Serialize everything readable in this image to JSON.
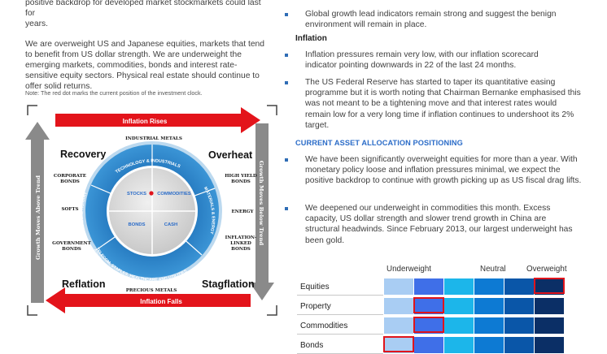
{
  "left": {
    "p0_line": "positive backdrop for developed market stockmarkets could last for",
    "p0_line2": "years.",
    "p1": "We are overweight US and Japanese equities, markets that tend to benefit from US dollar strength. We are underweight the emerging markets, commodities, bonds and interest rate-sensitive equity sectors. Physical real estate should continue to offer solid returns.",
    "note": "Note: The red dot marks the current position of the investment clock."
  },
  "clock": {
    "top_arrow": "Inflation Rises",
    "bottom_arrow": "Inflation Falls",
    "left_arrow": "Growth Moves Above Trend",
    "right_arrow": "Growth Moves Below Trend",
    "phases": {
      "recovery": "Recovery",
      "overheat": "Overheat",
      "reflation": "Reflation",
      "stagflation": "Stagflation"
    },
    "outer": {
      "industrial_metals": "INDUSTRIAL METALS",
      "corporate_bonds_1": "CORPORATE",
      "corporate_bonds_2": "BONDS",
      "softs": "SOFTS",
      "government_bonds_1": "GOVERNMENT",
      "government_bonds_2": "BONDS",
      "precious_metals": "PRECIOUS METALS",
      "high_yield_1": "HIGH YIELD",
      "high_yield_2": "BONDS",
      "energy": "ENERGY",
      "inflation_linked_1": "INFLATION-",
      "inflation_linked_2": "LINKED",
      "inflation_linked_3": "BONDS"
    },
    "ring": {
      "tech": "TECHNOLOGY & INDUSTRIALS",
      "materials": "MATERIALS & ENERGY",
      "telecom": "TELECOM, STAPLES, HEALTHCARE AND UTILITIES",
      "consumer": "CONSUMER DISCRETIONARY",
      "financials": "FINANCIALS"
    },
    "quadrants": {
      "stocks": "STOCKS",
      "commodities": "COMMODITIES",
      "bonds": "BONDS",
      "cash": "CASH"
    },
    "colors": {
      "arrow_red": "#e3141b",
      "arrow_grey": "#8a8a8a",
      "ring_blue": "#2f86c9",
      "inner_grey": "#d4d4d4",
      "dot": "#e0141c"
    }
  },
  "right": {
    "b0_1": "Global growth lead indicators remain strong and suggest the benign",
    "b0_2": "environment will remain in place.",
    "inflation_title": "Inflation",
    "b1": "Inflation pressures remain very low, with our inflation scorecard indicator pointing downwards in 22 of the last 24 months.",
    "b2": "The US Federal Reserve has started to taper its quantitative easing programme but it is worth noting that Chairman Bernanke emphasised this was not meant to be a tightening move and that interest rates would remain low for a very long time if inflation continues to undershoot its 2% target.",
    "alloc_title": "CURRENT ASSET ALLOCATION POSITIONING",
    "b3": "We have been significantly overweight equities for more than a year. With monetary policy loose and inflation pressures minimal, we expect the positive backdrop to continue with growth picking up as US fiscal drag lifts.",
    "b4": "We deepened our underweight in commodities this month. Excess capacity, US dollar strength and slower trend growth in China are structural headwinds. Since February 2013, our largest underweight has been gold."
  },
  "allocation": {
    "headers": {
      "underweight": "Underweight",
      "neutral": "Neutral",
      "overweight": "Overweight"
    },
    "scale_colors": [
      "#a9cdf3",
      "#3f6fe8",
      "#1cb6ea",
      "#0d7ad3",
      "#0a56a8",
      "#0b2f66"
    ],
    "rows": [
      {
        "label": "Equities",
        "position": 6
      },
      {
        "label": "Property",
        "position": 2
      },
      {
        "label": "Commodities",
        "position": 2
      },
      {
        "label": "Bonds",
        "position": 1
      }
    ]
  }
}
